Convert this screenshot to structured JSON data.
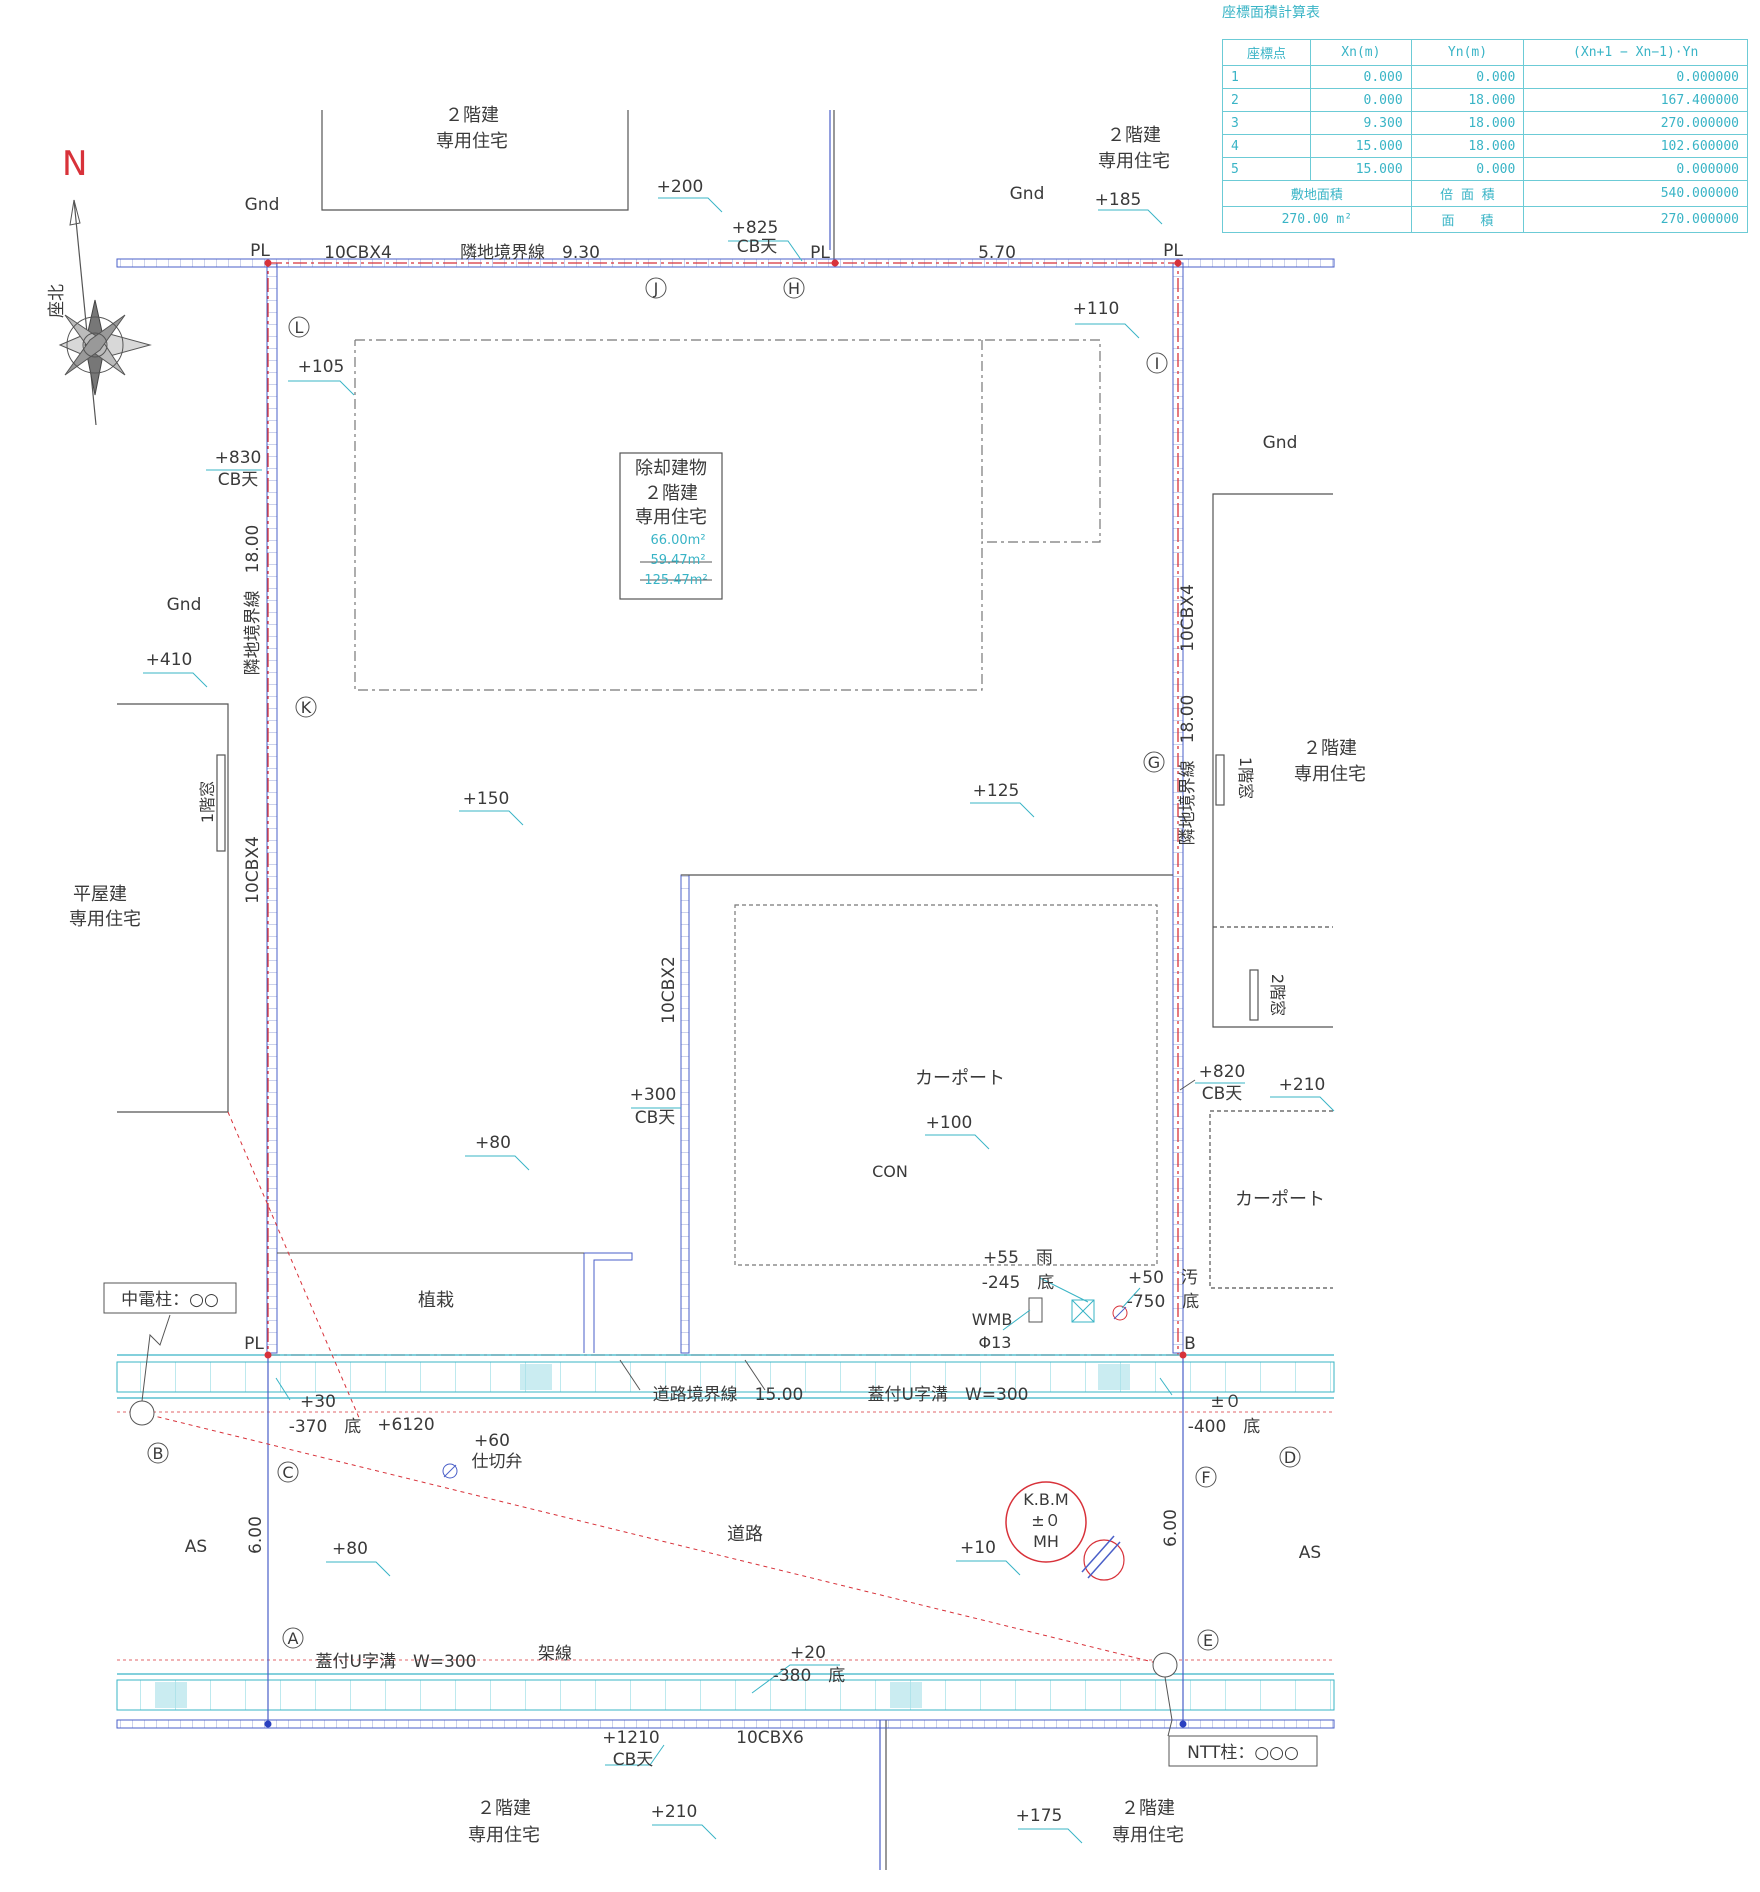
{
  "compass": {
    "north_label": "N",
    "coord_north_label": "座北"
  },
  "pl_labels": [
    "PL",
    "PL",
    "PL",
    "PL"
  ],
  "b_label": "B",
  "boundary": {
    "north_wall": "10CBX4",
    "north_text": "隣地境界線　9.30",
    "north_right_dim": "5.70",
    "west_text": "隣地境界線　18.00",
    "west_wall": "10CBX4",
    "east_text": "隣地境界線　18.00",
    "east_wall": "10CBX4",
    "road_text": "道路境界線　15.00",
    "gutter_top": "蓋付U字溝　W=300",
    "gutter_bottom": "蓋付U字溝　W=300",
    "south_wall": "10CBX6",
    "carport_wall": "10CBX2",
    "road_width_left": "6.00",
    "road_width_right": "6.00"
  },
  "buildings": {
    "top_left": [
      "２階建",
      "専用住宅"
    ],
    "top_right": [
      "２階建",
      "専用住宅"
    ],
    "left": [
      "平屋建",
      "専用住宅"
    ],
    "right": [
      "２階建",
      "専用住宅"
    ],
    "bottom_left": [
      "２階建",
      "専用住宅"
    ],
    "bottom_right": [
      "２階建",
      "専用住宅"
    ],
    "demolish": [
      "除却建物",
      "２階建",
      "専用住宅"
    ],
    "demolish_areas": [
      "66.00m²",
      "59.47m²",
      "125.47m²"
    ]
  },
  "windows": {
    "left": "1階窓",
    "right1": "1階窓",
    "right2": "2階窓"
  },
  "areas": {
    "planting": "植栽",
    "carport": "カーポート",
    "carport_surface": "CON",
    "carport_right": "カーポート",
    "road": "道路",
    "as_left": "AS",
    "as_right": "AS",
    "overhead_line": "架線"
  },
  "gnd": [
    "Gnd",
    "Gnd",
    "Gnd",
    "Gnd"
  ],
  "elevations": {
    "e200": "+200",
    "e825": "+825",
    "cbten1": "CB天",
    "e185": "+185",
    "e110": "+110",
    "e105": "+105",
    "e830": "+830",
    "cbten2": "CB天",
    "e410": "+410",
    "e150": "+150",
    "e125": "+125",
    "e820": "+820",
    "cbten3": "CB天",
    "e210r": "+210",
    "e300": "+300",
    "cbten4": "CB天",
    "e80": "+80",
    "e100": "+100",
    "e55": "+55　雨",
    "e245": "-245　底",
    "e50": "+50　汚",
    "e750": "-750　底",
    "wmb": "WMB",
    "phi": "Φ13",
    "e30": "+30",
    "e370": "-370　底",
    "e6120": "+6120",
    "e60": "+60",
    "valve": "仕切弁",
    "pm0": "±０",
    "e400": "-400　底",
    "e80r": "+80",
    "e10": "+10",
    "e20": "+20",
    "e380": "-380　底",
    "e1210": "+1210",
    "cbten5": "CB天",
    "e210b": "+210",
    "e175": "+175"
  },
  "kbm": [
    "K.B.M",
    "±０",
    "MH"
  ],
  "poles": {
    "chuden": "中電柱：○○",
    "ntt": "NTT柱：○○○"
  },
  "markers": [
    "A",
    "B",
    "C",
    "D",
    "E",
    "F",
    "G",
    "H",
    "I",
    "J",
    "K",
    "L"
  ],
  "table": {
    "title": "座標面積計算表",
    "headers": [
      "座標点",
      "Xn(m)",
      "Yn(m)",
      "(Xn+1 − Xn−1)·Yn"
    ],
    "rows": [
      [
        "1",
        "0.000",
        "0.000",
        "0.000000"
      ],
      [
        "2",
        "0.000",
        "18.000",
        "167.400000"
      ],
      [
        "3",
        "9.300",
        "18.000",
        "270.000000"
      ],
      [
        "4",
        "15.000",
        "18.000",
        "102.600000"
      ],
      [
        "5",
        "15.000",
        "0.000",
        "0.000000"
      ]
    ],
    "site_area_label": "敷地面積",
    "site_area_value": "270.00 m²",
    "double_area_label": "倍 面 積",
    "double_area_value": "540.000000",
    "area_label": "面　　積",
    "area_value": "270.000000"
  },
  "colors": {
    "cyan": "#39b4c6",
    "red": "#d8323a",
    "blue": "#4a5fc8",
    "line": "#555555"
  }
}
